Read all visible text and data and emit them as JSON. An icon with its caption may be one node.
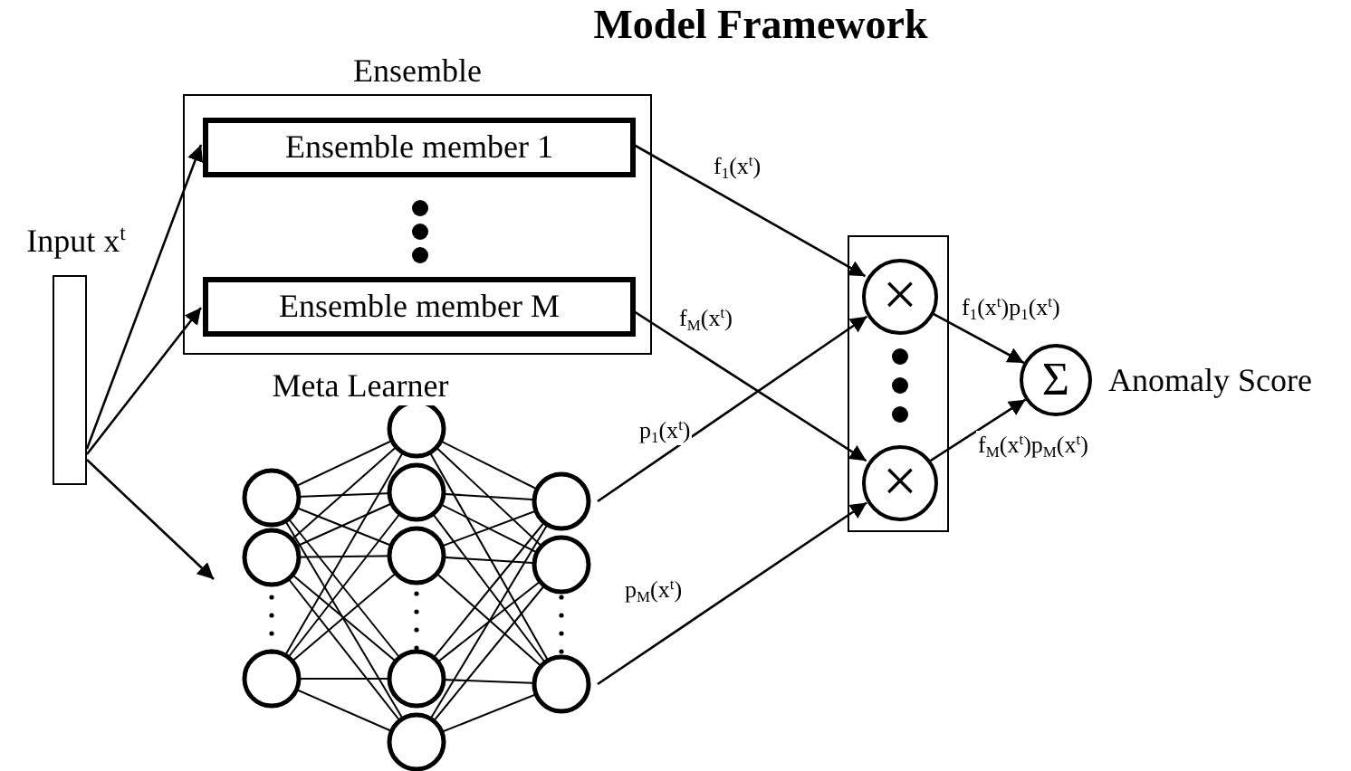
{
  "diagram": {
    "title": "Model Framework",
    "nodes": [
      {
        "text": [
          "Input x$^{t}$"
        ]
      },
      {
        "text": [
          "Ensemble"
        ]
      },
      {
        "text": [
          "Ensemble member 1"
        ],
        "in": 1
      },
      {
        "text": [
          "Ensemble member M"
        ],
        "in": 1
      },
      {
        "text": [
          "Meta Learner"
        ]
      },
      {
        "text": [],
        "shape": "box"
      },
      {
        "text": [
          "×"
        ],
        "in": 5
      },
      {
        "text": [
          "×"
        ],
        "in": 5
      },
      {
        "text": [
          "Σ"
        ],
        "beside": [
          "Anomaly Score"
        ]
      }
    ],
    "edges": [
      {
        "from": 0,
        "to": 2,
        "arrow": "to"
      },
      {
        "from": 0,
        "to": 3,
        "arrow": "to"
      },
      {
        "from": 0,
        "to": 4,
        "arrow": "to"
      },
      {
        "from": 2,
        "to": 6,
        "arrow": "to",
        "label": "f$_{1}$(x$^{t}$)"
      },
      {
        "from": 3,
        "to": 7,
        "arrow": "to",
        "label": "f$_{M}$(x$^{t}$)"
      },
      {
        "from": 4,
        "to": 6,
        "arrow": "to",
        "label": "p$_{1}$(x$^{t}$)"
      },
      {
        "from": 4,
        "to": 7,
        "arrow": "to",
        "label": "p$_{M}$(x$^{t}$)"
      },
      {
        "from": 6,
        "to": 8,
        "arrow": "to",
        "label": "f$_{1}$(x$^{t}$)p$_{1}$(x$^{t}$)"
      },
      {
        "from": 7,
        "to": 8,
        "arrow": "to",
        "label": "f$_{M}$(x$^{t}$)p$_{M}$(x$^{t}$)"
      }
    ]
  }
}
